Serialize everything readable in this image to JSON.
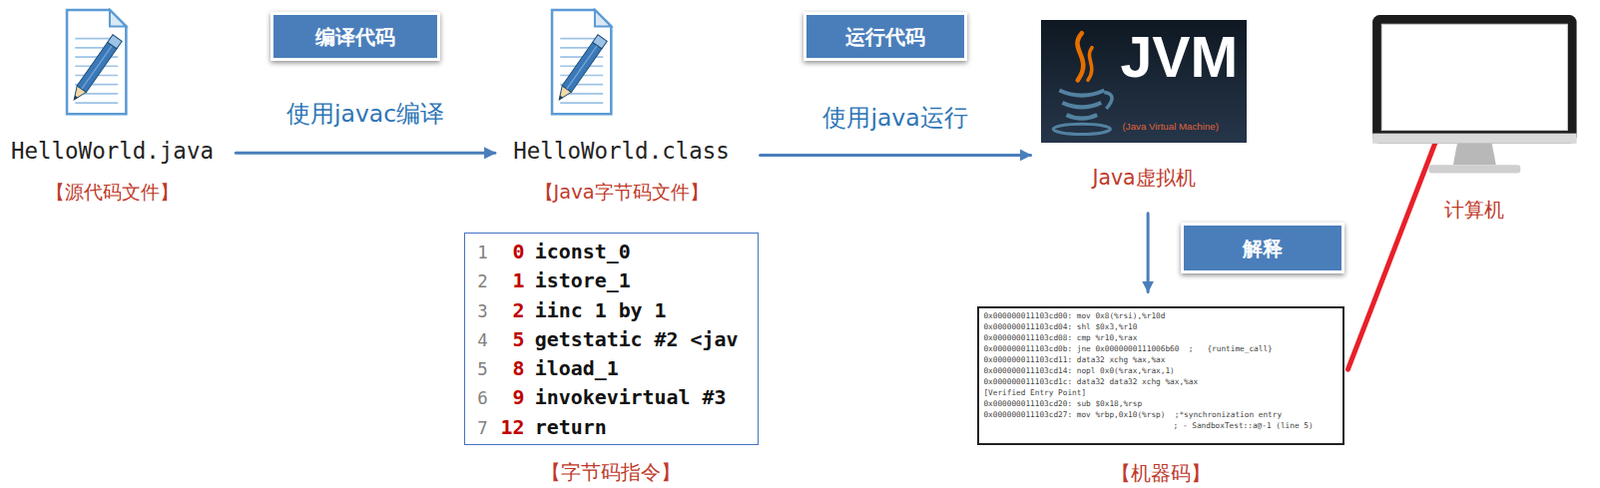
{
  "diagram": {
    "nodes": [
      {
        "text": [
          "HelloWorld.java",
          "【源代码文件】"
        ]
      },
      {
        "text": [
          "编译代码"
        ]
      },
      {
        "text": [
          "HelloWorld.class",
          "【Java字节码文件】"
        ]
      },
      {
        "text": [
          "运行代码"
        ]
      },
      {
        "text": [
          "JVM",
          "(Java Virtual Machine)",
          "Java虚拟机"
        ]
      },
      {
        "text": [
          "计算机"
        ]
      },
      {
        "text": [
          "1",
          "0",
          "iconst_0",
          "2",
          "1",
          "istore_1",
          "3",
          "2",
          "iinc 1 by 1",
          "4",
          "5",
          "getstatic #2 <jav",
          "5",
          "8",
          "iload_1",
          "6",
          "9",
          "invokevirtual #3",
          "7",
          "12",
          "return",
          "【字节码指令】"
        ]
      },
      {
        "text": [
          "解释"
        ]
      },
      {
        "text": [
          "0x000000011103cd00: mov 0x8(%rsi),%r10d",
          "0x000000011103cd04: shl $0x3,%r10",
          "0x000000011103cd08: cmp %r10,%rax",
          "0x000000011103cd0b: jne 0x0000000111006b60  ;   {runtime_call}",
          "0x000000011103cd11: data32 xchg %ax,%ax",
          "0x000000011103cd14: nopl 0x0(%rax,%rax,1)",
          "0x000000011103cd1c: data32 data32 xchg %ax,%ax",
          "[Verified Entry Point]",
          "0x000000011103cd20: sub $0x18,%rsp",
          "0x000000011103cd27: mov %rbp,0x10(%rsp)  ;*synchronization entry",
          "; - SandboxTest::a@-1 (line 5)",
          "【机器码】"
        ]
      }
    ],
    "edges": [
      {
        "from": 0,
        "to": 2,
        "arrow": "to",
        "label": "使用javac编译"
      },
      {
        "from": 2,
        "to": 4,
        "arrow": "to",
        "label": "使用java运行"
      },
      {
        "from": 4,
        "to": 8,
        "arrow": "to"
      },
      {
        "from": 8,
        "to": 5,
        "arrow": "to"
      }
    ]
  }
}
